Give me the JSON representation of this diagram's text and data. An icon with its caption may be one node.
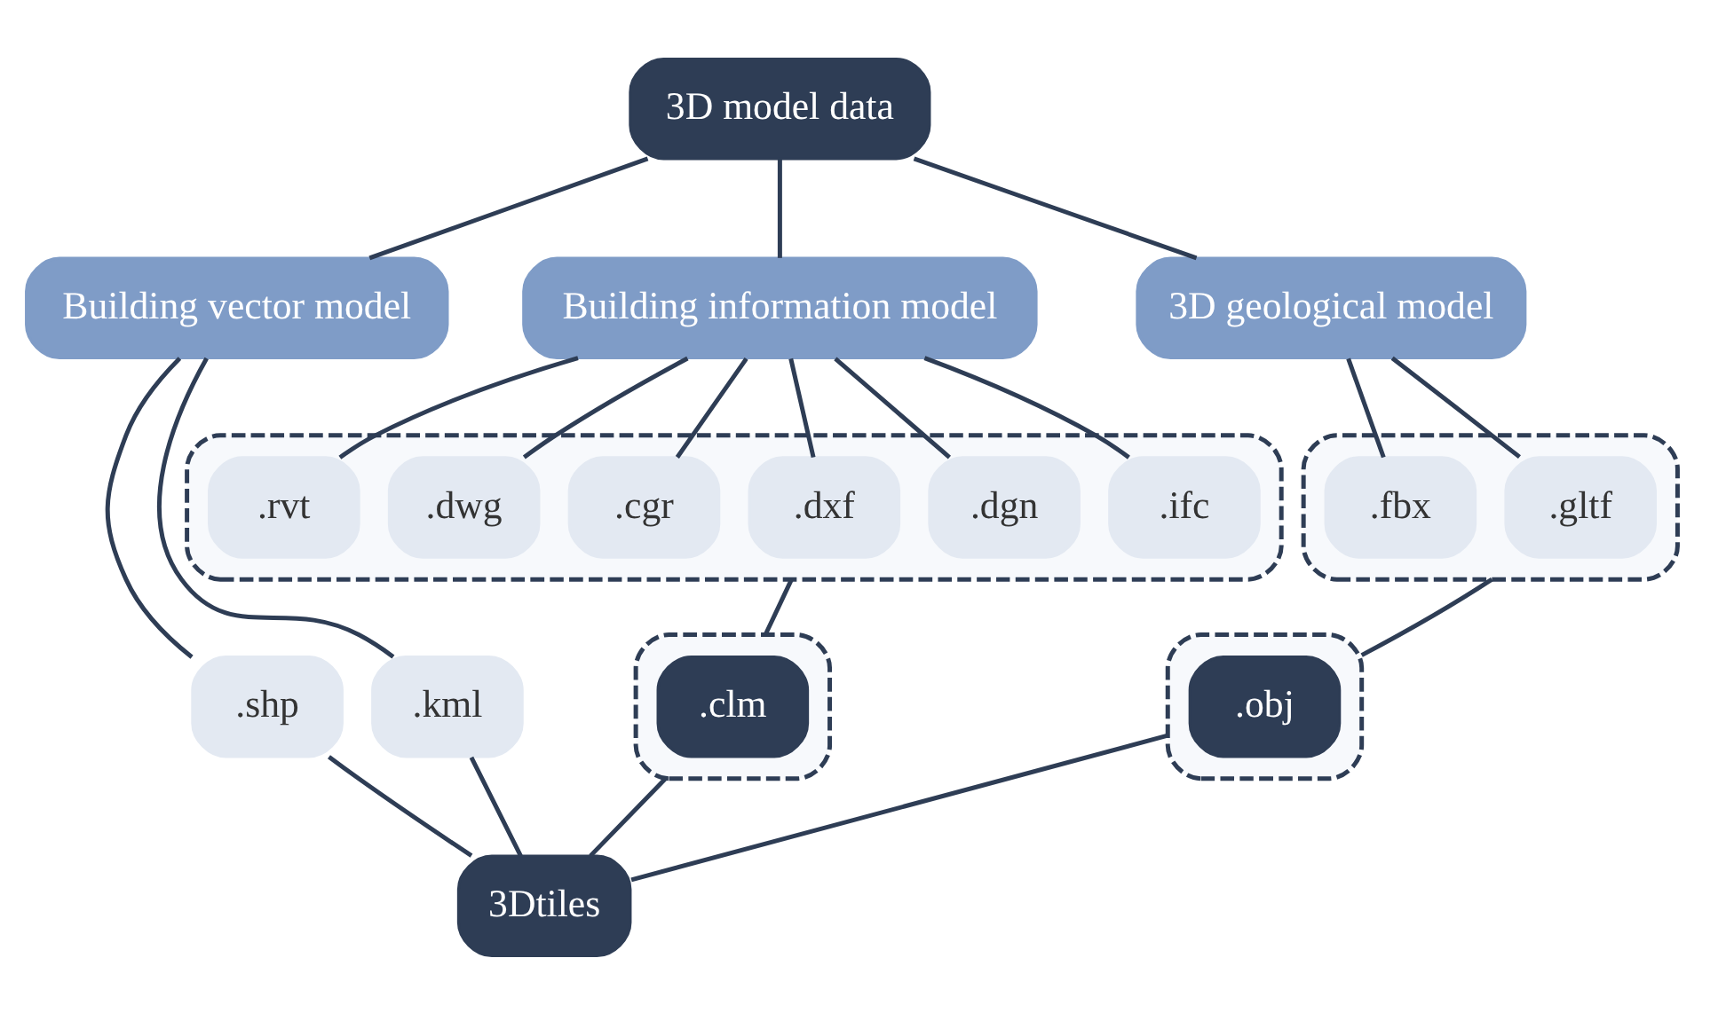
{
  "diagram": {
    "nodes": [
      {
        "text": [
          "3D model data"
        ]
      },
      {
        "text": [
          "Building vector model"
        ]
      },
      {
        "text": [
          "Building information model"
        ]
      },
      {
        "text": [
          "3D geological model"
        ]
      },
      {
        "text": [
          ".shp"
        ]
      },
      {
        "text": [
          ".kml"
        ]
      },
      {
        "text": [],
        "shape": "box"
      },
      {
        "text": [
          ".rvt"
        ],
        "in": 6
      },
      {
        "text": [
          ".dwg"
        ],
        "in": 6
      },
      {
        "text": [
          ".cgr"
        ],
        "in": 6
      },
      {
        "text": [
          ".dxf"
        ],
        "in": 6
      },
      {
        "text": [
          ".dgn"
        ],
        "in": 6
      },
      {
        "text": [
          ".ifc"
        ],
        "in": 6
      },
      {
        "text": [],
        "shape": "box"
      },
      {
        "text": [
          ".fbx"
        ],
        "in": 13
      },
      {
        "text": [
          ".gltf"
        ],
        "in": 13
      },
      {
        "text": [],
        "shape": "box"
      },
      {
        "text": [
          ".clm"
        ],
        "in": 16
      },
      {
        "text": [],
        "shape": "box"
      },
      {
        "text": [
          ".obj"
        ],
        "in": 18
      },
      {
        "text": [
          "3Dtiles"
        ]
      }
    ],
    "edges": [
      {
        "from": 0,
        "to": 1,
        "arrow": "none"
      },
      {
        "from": 0,
        "to": 2,
        "arrow": "none"
      },
      {
        "from": 0,
        "to": 3,
        "arrow": "none"
      },
      {
        "from": 1,
        "to": 4,
        "arrow": "none"
      },
      {
        "from": 1,
        "to": 5,
        "arrow": "none"
      },
      {
        "from": 2,
        "to": 7,
        "arrow": "none"
      },
      {
        "from": 2,
        "to": 8,
        "arrow": "none"
      },
      {
        "from": 2,
        "to": 9,
        "arrow": "none"
      },
      {
        "from": 2,
        "to": 10,
        "arrow": "none"
      },
      {
        "from": 2,
        "to": 11,
        "arrow": "none"
      },
      {
        "from": 2,
        "to": 12,
        "arrow": "none"
      },
      {
        "from": 3,
        "to": 14,
        "arrow": "none"
      },
      {
        "from": 3,
        "to": 15,
        "arrow": "none"
      },
      {
        "from": 6,
        "to": 16,
        "arrow": "none"
      },
      {
        "from": 13,
        "to": 18,
        "arrow": "none"
      },
      {
        "from": 4,
        "to": 20,
        "arrow": "none"
      },
      {
        "from": 5,
        "to": 20,
        "arrow": "none"
      },
      {
        "from": 16,
        "to": 20,
        "arrow": "none"
      },
      {
        "from": 18,
        "to": 20,
        "arrow": "none"
      }
    ]
  }
}
